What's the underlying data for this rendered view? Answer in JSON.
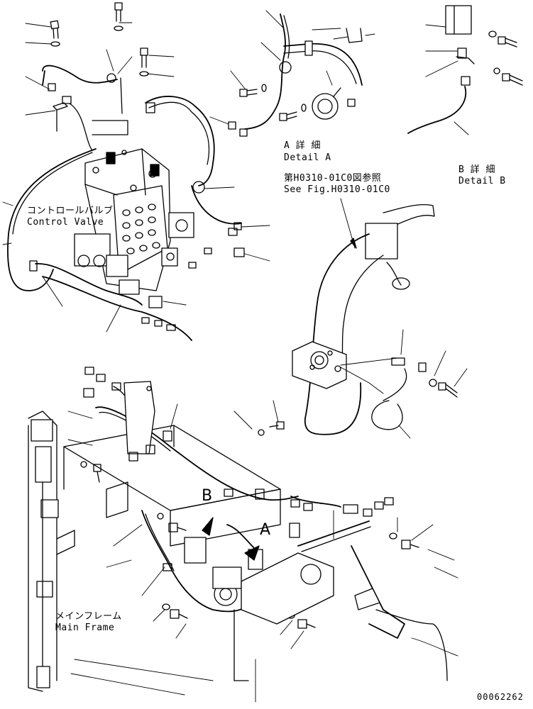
{
  "labels": {
    "control_valve_jp": "コントロールバルブ",
    "control_valve_en": "Control Valve",
    "detail_a_jp": "A 詳 細",
    "detail_a_en": "Detail A",
    "detail_b_jp": "B 詳 細",
    "detail_b_en": "Detail B",
    "see_fig_jp": "第H0310-01C0図参照",
    "see_fig_en": "See Fig.H0310-01C0",
    "main_frame_jp": "メインフレーム",
    "main_frame_en": "Main Frame",
    "marker_a": "A",
    "marker_b": "B",
    "drawing_number": "00062262"
  }
}
